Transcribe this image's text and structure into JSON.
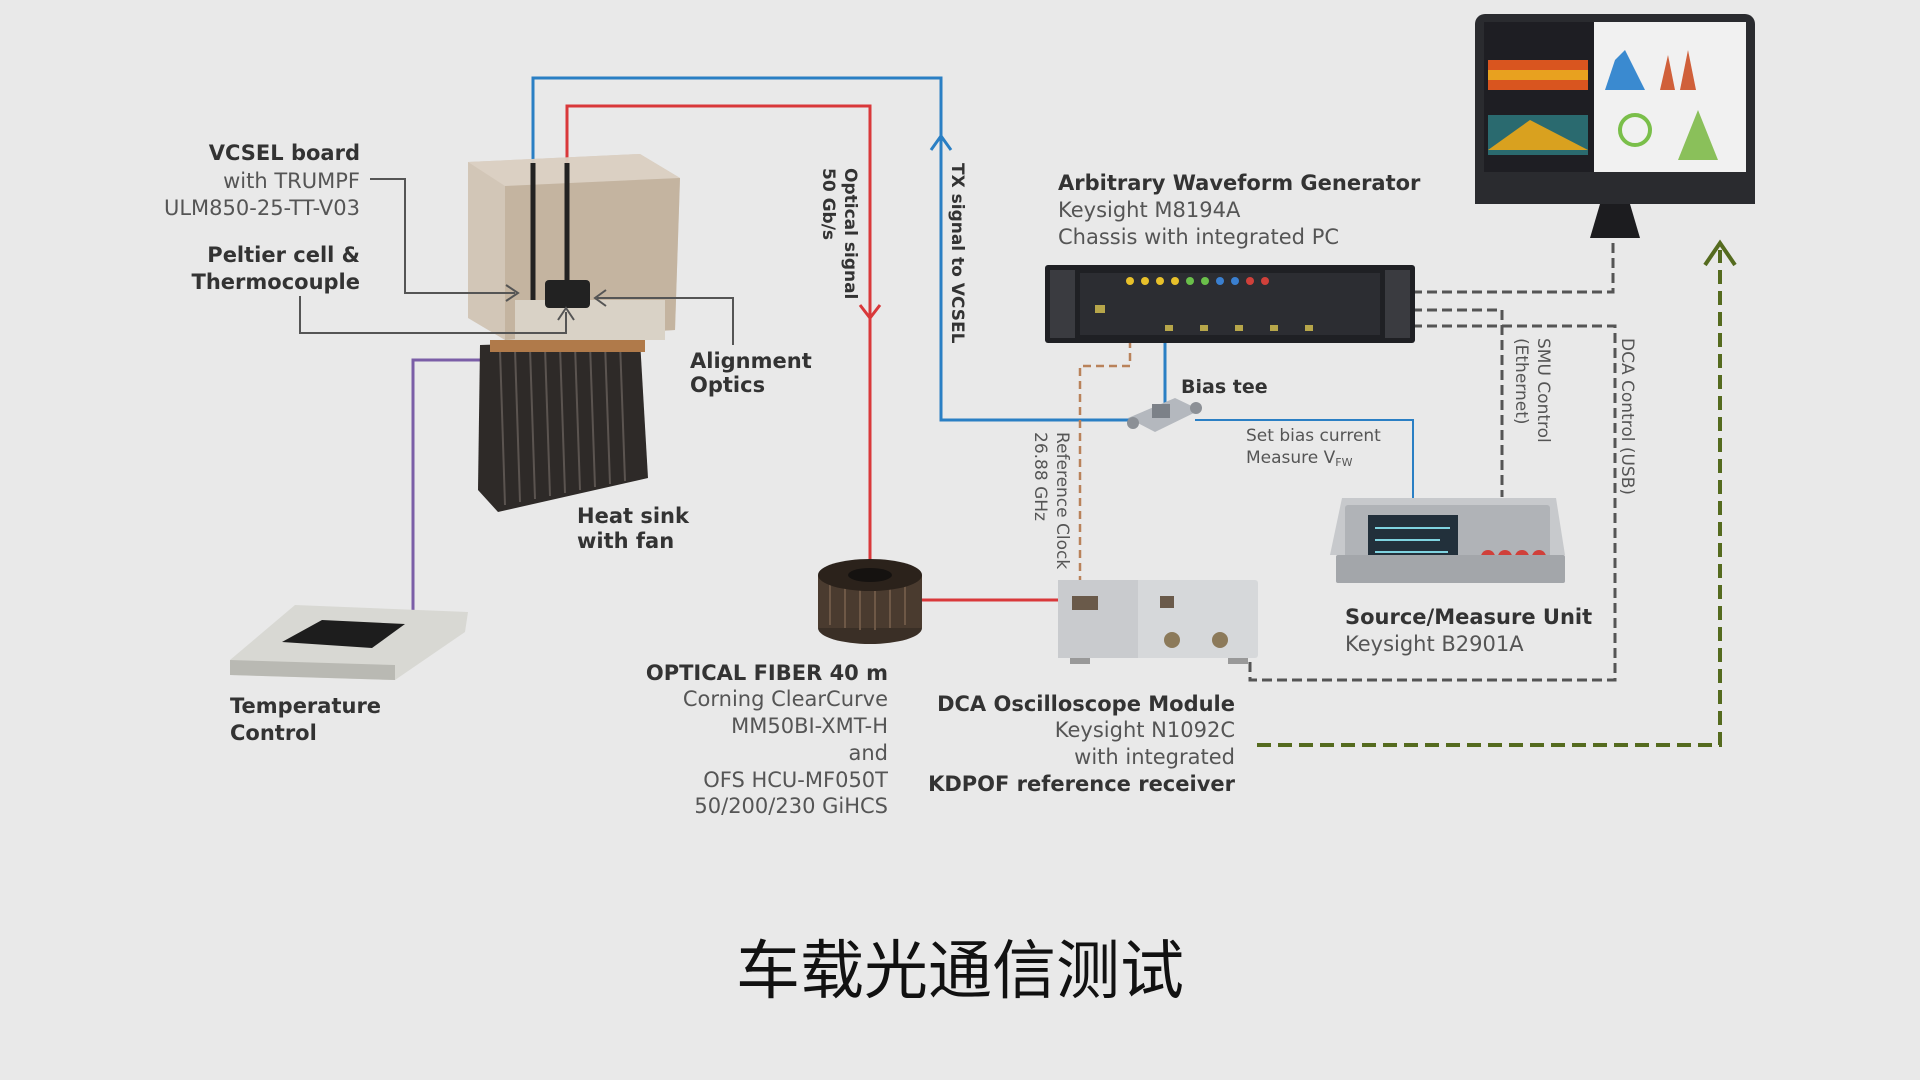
{
  "caption": "车载光通信测试",
  "labels": {
    "vcsel_title": "VCSEL board",
    "vcsel_line2": "with TRUMPF",
    "vcsel_line3": "ULM850-25-TT-V03",
    "peltier_line1": "Peltier cell &",
    "peltier_line2": "Thermocouple",
    "alignment_line1": "Alignment",
    "alignment_line2": "Optics",
    "heatsink_line1": "Heat sink",
    "heatsink_line2": "with fan",
    "temp_line1": "Temperature",
    "temp_line2": "Control",
    "optical_signal_line1": "Optical signal",
    "optical_signal_line2": "50 Gb/s",
    "tx_signal": "TX signal to VCSEL",
    "awg_title": "Arbitrary Waveform Generator",
    "awg_line2": "Keysight M8194A",
    "awg_line3": "Chassis with integrated PC",
    "bias_tee": "Bias tee",
    "set_bias_line1": "Set bias current",
    "set_bias_line2": "Measure V",
    "set_bias_sub": "FW",
    "ref_clock_line1": "Reference Clock",
    "ref_clock_line2": "26.88 GHz",
    "smu_control_line1": "SMU Control",
    "smu_control_line2": "(Ethernet)",
    "dca_control": "DCA Control (USB)",
    "smu_title": "Source/Measure Unit",
    "smu_line2": "Keysight B2901A",
    "fiber_title": "OPTICAL FIBER 40 m",
    "fiber_line2": "Corning ClearCurve",
    "fiber_line3": "MM50BI-XMT-H",
    "fiber_line4": "and",
    "fiber_line5": "OFS HCU-MF050T",
    "fiber_line6": "50/200/230 GiHCS",
    "dca_title": "DCA Oscilloscope Module",
    "dca_line2": "Keysight N1092C",
    "dca_line3": "with integrated",
    "dca_line4": "KDPOF reference receiver"
  },
  "colors": {
    "blue_line": "#2a7fc4",
    "red_line": "#d9383a",
    "purple_line": "#7b5ea7",
    "control_dash": "#555555",
    "clock_dash": "#b9825a",
    "green_dash": "#556b1f",
    "background": "#e9e9e9"
  }
}
